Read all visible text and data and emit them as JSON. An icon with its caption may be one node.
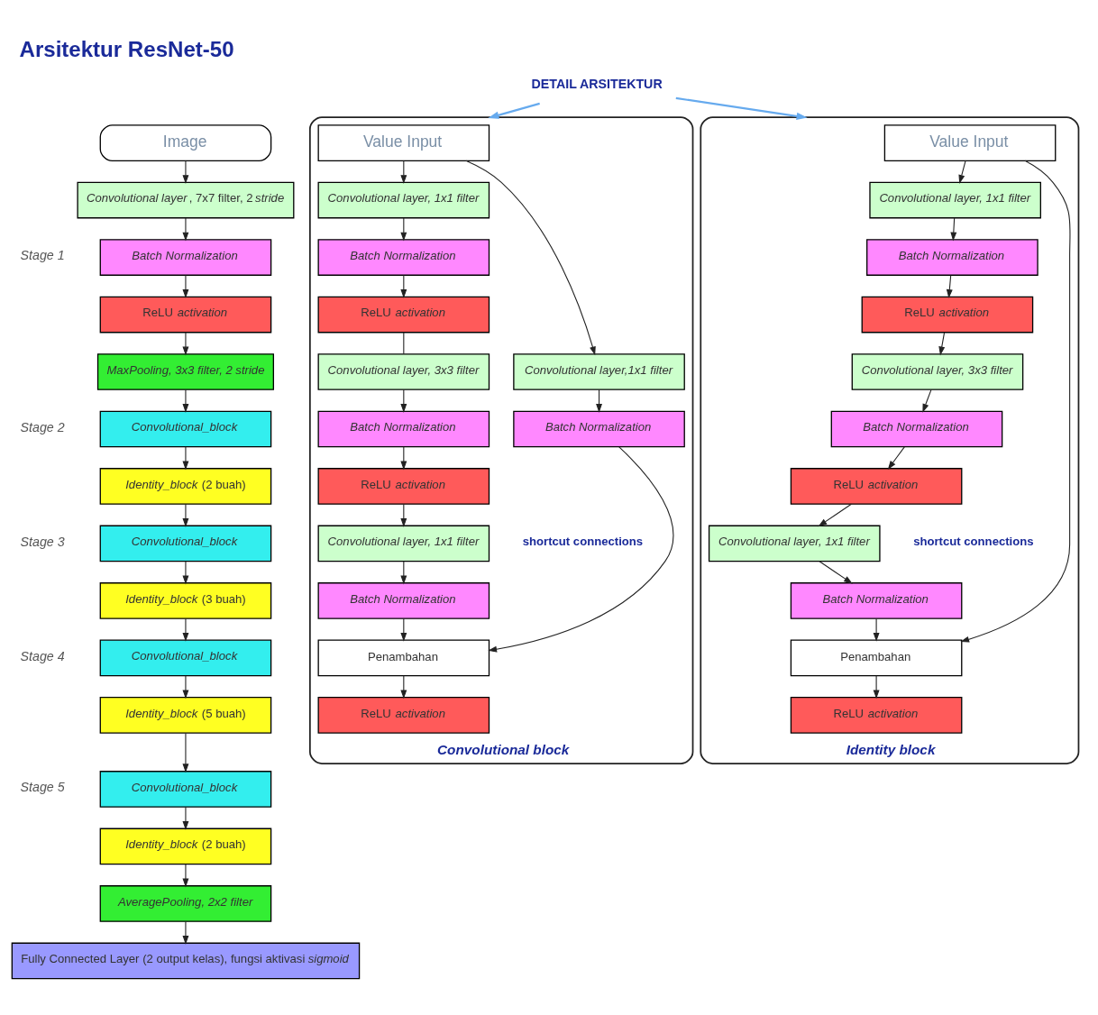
{
  "diagram": {
    "title": "Arsitektur ResNet-50",
    "nodes": [
      {
        "text": [
          "Image"
        ]
      },
      {
        "text": [
          "*Convolutional layer*, 7x7 filter, 2 *stride*"
        ]
      },
      {
        "text": [
          "Batch Normalization"
        ]
      },
      {
        "text": [
          "ReLU *activation*"
        ]
      },
      {
        "text": [
          "MaxPooling, 3x3 filter, 2 stride"
        ]
      },
      {
        "text": [
          "Convolutional_block"
        ]
      },
      {
        "text": [
          "*Identity_block* (2 buah)"
        ]
      },
      {
        "text": [
          "Convolutional_block"
        ]
      },
      {
        "text": [
          "*Identity_block* (3 buah)"
        ]
      },
      {
        "text": [
          "Convolutional_block"
        ]
      },
      {
        "text": [
          "*Identity_block* (5 buah)"
        ]
      },
      {
        "text": [
          "Convolutional_block"
        ]
      },
      {
        "text": [
          "*Identity_block* (2 buah)"
        ]
      },
      {
        "text": [
          "AveragePooling, 2x2 filter"
        ]
      },
      {
        "text": [
          "Fully Connected Layer (2 output kelas), fungsi aktivasi *sigmoid*"
        ]
      },
      {
        "text": [
          "Convolutional block"
        ]
      },
      {
        "text": [
          "Value Input"
        ],
        "in": 15
      },
      {
        "text": [
          "Convolutional layer, 1x1 filter"
        ],
        "in": 15
      },
      {
        "text": [
          "Batch Normalization"
        ],
        "in": 15
      },
      {
        "text": [
          "ReLU *activation*"
        ],
        "in": 15
      },
      {
        "text": [
          "Convolutional layer, 3x3 filter"
        ],
        "in": 15
      },
      {
        "text": [
          "Batch Normalization"
        ],
        "in": 15
      },
      {
        "text": [
          "ReLU *activation*"
        ],
        "in": 15
      },
      {
        "text": [
          "Convolutional layer, 1x1 filter"
        ],
        "in": 15
      },
      {
        "text": [
          "Batch Normalization"
        ],
        "in": 15
      },
      {
        "text": [
          "Penambahan"
        ],
        "in": 15
      },
      {
        "text": [
          "ReLU *activation*"
        ],
        "in": 15
      },
      {
        "text": [
          "Convolutional layer,1x1 filter"
        ],
        "in": 15
      },
      {
        "text": [
          "Batch Normalization"
        ],
        "in": 15
      },
      {
        "text": [
          "Identity block"
        ]
      },
      {
        "text": [
          "Value Input"
        ],
        "in": 29
      },
      {
        "text": [
          "Convolutional layer, 1x1 filter"
        ],
        "in": 29
      },
      {
        "text": [
          "Batch Normalization"
        ],
        "in": 29
      },
      {
        "text": [
          "ReLU *activation*"
        ],
        "in": 29
      },
      {
        "text": [
          "Convolutional layer, 3x3 filter"
        ],
        "in": 29
      },
      {
        "text": [
          "Batch Normalization"
        ],
        "in": 29
      },
      {
        "text": [
          "ReLU *activation*"
        ],
        "in": 29
      },
      {
        "text": [
          "Convolutional layer, 1x1 filter"
        ],
        "in": 29
      },
      {
        "text": [
          "Batch Normalization"
        ],
        "in": 29
      },
      {
        "text": [
          "Penambahan"
        ],
        "in": 29
      },
      {
        "text": [
          "ReLU *activation*"
        ],
        "in": 29
      },
      {
        "text": [
          "DETAIL ARSITEKTUR"
        ]
      }
    ],
    "edges": [
      {
        "from": 0,
        "to": 1,
        "arrow": "to"
      },
      {
        "from": 1,
        "to": 2,
        "arrow": "to"
      },
      {
        "from": 2,
        "to": 3,
        "arrow": "to"
      },
      {
        "from": 3,
        "to": 4,
        "arrow": "to"
      },
      {
        "from": 4,
        "to": 5,
        "arrow": "to"
      },
      {
        "from": 5,
        "to": 6,
        "arrow": "to"
      },
      {
        "from": 6,
        "to": 7,
        "arrow": "to"
      },
      {
        "from": 7,
        "to": 8,
        "arrow": "to"
      },
      {
        "from": 8,
        "to": 9,
        "arrow": "to"
      },
      {
        "from": 9,
        "to": 10,
        "arrow": "to"
      },
      {
        "from": 10,
        "to": 11,
        "arrow": "to"
      },
      {
        "from": 11,
        "to": 12,
        "arrow": "to"
      },
      {
        "from": 12,
        "to": 13,
        "arrow": "to"
      },
      {
        "from": 13,
        "to": 14,
        "arrow": "to"
      },
      {
        "from": 41,
        "to": 15,
        "arrow": "to",
        "color": "#66aaee"
      },
      {
        "from": 41,
        "to": 29,
        "arrow": "to",
        "color": "#66aaee"
      },
      {
        "from": 16,
        "to": 17,
        "arrow": "to"
      },
      {
        "from": 17,
        "to": 18,
        "arrow": "to"
      },
      {
        "from": 18,
        "to": 19,
        "arrow": "to"
      },
      {
        "from": 19,
        "to": 20,
        "arrow": "none"
      },
      {
        "from": 20,
        "to": 21,
        "arrow": "to"
      },
      {
        "from": 21,
        "to": 22,
        "arrow": "to"
      },
      {
        "from": 22,
        "to": 23,
        "arrow": "to"
      },
      {
        "from": 23,
        "to": 24,
        "arrow": "to"
      },
      {
        "from": 24,
        "to": 25,
        "arrow": "to"
      },
      {
        "from": 25,
        "to": 26,
        "arrow": "to"
      },
      {
        "from": 16,
        "to": 27,
        "arrow": "to"
      },
      {
        "from": 27,
        "to": 28,
        "arrow": "to"
      },
      {
        "from": 28,
        "to": 25,
        "arrow": "to"
      },
      {
        "from": 30,
        "to": 31,
        "arrow": "to"
      },
      {
        "from": 31,
        "to": 32,
        "arrow": "to"
      },
      {
        "from": 32,
        "to": 33,
        "arrow": "to"
      },
      {
        "from": 33,
        "to": 34,
        "arrow": "to"
      },
      {
        "from": 34,
        "to": 35,
        "arrow": "to"
      },
      {
        "from": 35,
        "to": 36,
        "arrow": "to"
      },
      {
        "from": 36,
        "to": 37,
        "arrow": "to"
      },
      {
        "from": 37,
        "to": 38,
        "arrow": "to"
      },
      {
        "from": 38,
        "to": 39,
        "arrow": "to"
      },
      {
        "from": 39,
        "to": 40,
        "arrow": "to"
      },
      {
        "from": 30,
        "to": 39,
        "arrow": "to"
      }
    ],
    "labels": [
      "Stage 1",
      "Stage 2",
      "Stage 3",
      "Stage 4",
      "Stage 5",
      "shortcut connections",
      "shortcut connections"
    ]
  }
}
